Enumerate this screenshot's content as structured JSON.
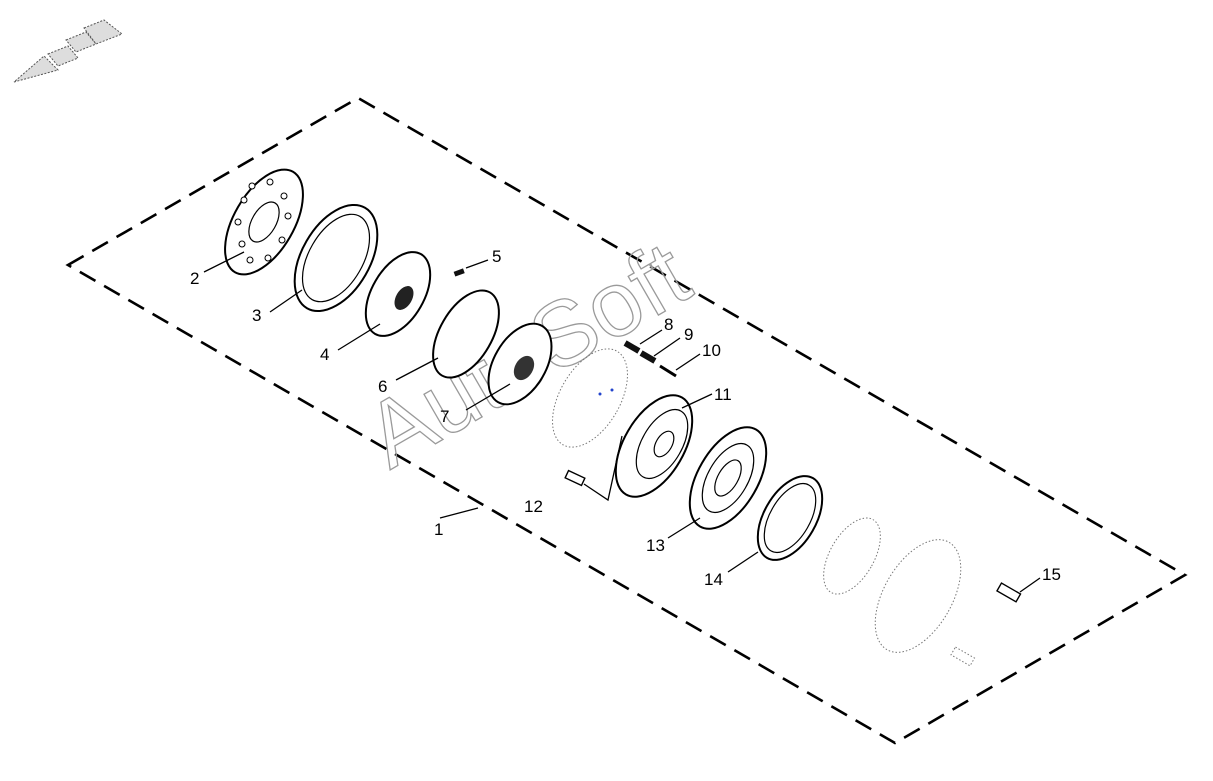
{
  "diagram": {
    "watermark": "AutoSoft",
    "callouts": [
      "1",
      "2",
      "3",
      "4",
      "5",
      "6",
      "7",
      "8",
      "9",
      "10",
      "11",
      "12",
      "13",
      "14",
      "15"
    ],
    "colors": {
      "line": "#000000",
      "watermark": "#9a9a9a",
      "ghost_parts": "#777777",
      "accent_dots": "#2244cc"
    },
    "icons": [
      "view-direction-arrow-icon"
    ]
  }
}
